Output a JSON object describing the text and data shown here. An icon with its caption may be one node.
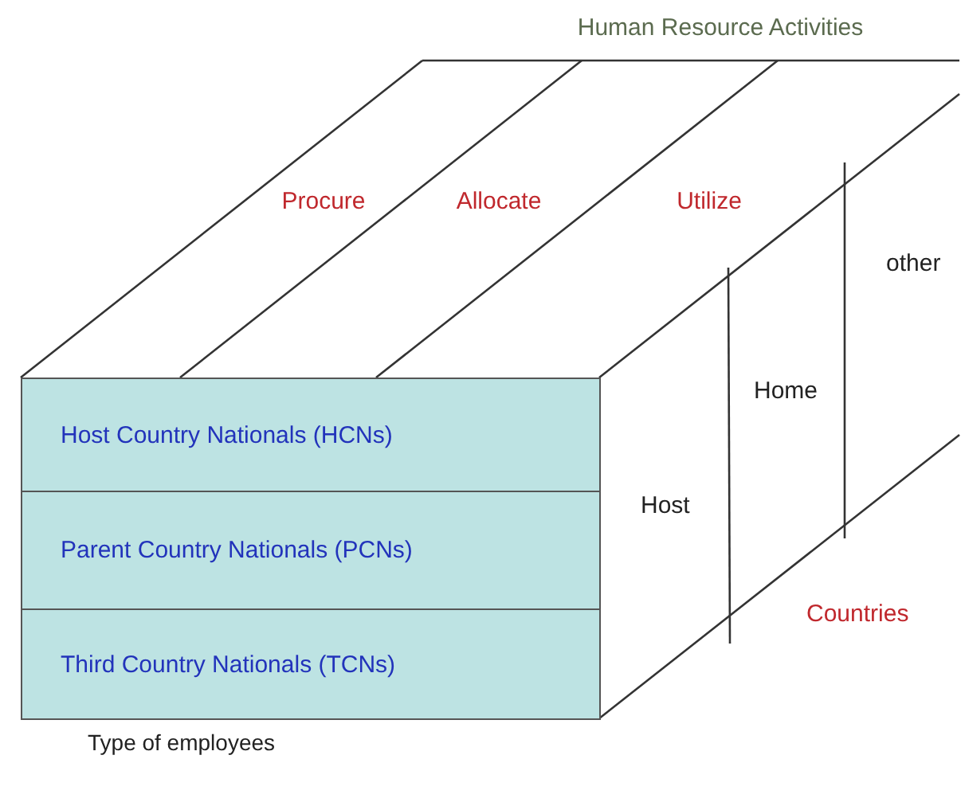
{
  "diagram": {
    "nodes": [
      {
        "text": [
          "Host Country Nationals (HCNs)"
        ]
      },
      {
        "text": [
          "Parent Country Nationals (PCNs)"
        ]
      },
      {
        "text": [
          "Third Country Nationals (TCNs)"
        ]
      }
    ],
    "labels": [
      "Human Resource Activities",
      "Procure",
      "Allocate",
      "Utilize",
      "other",
      "Home",
      "Host",
      "Countries",
      "Type of employees"
    ]
  }
}
